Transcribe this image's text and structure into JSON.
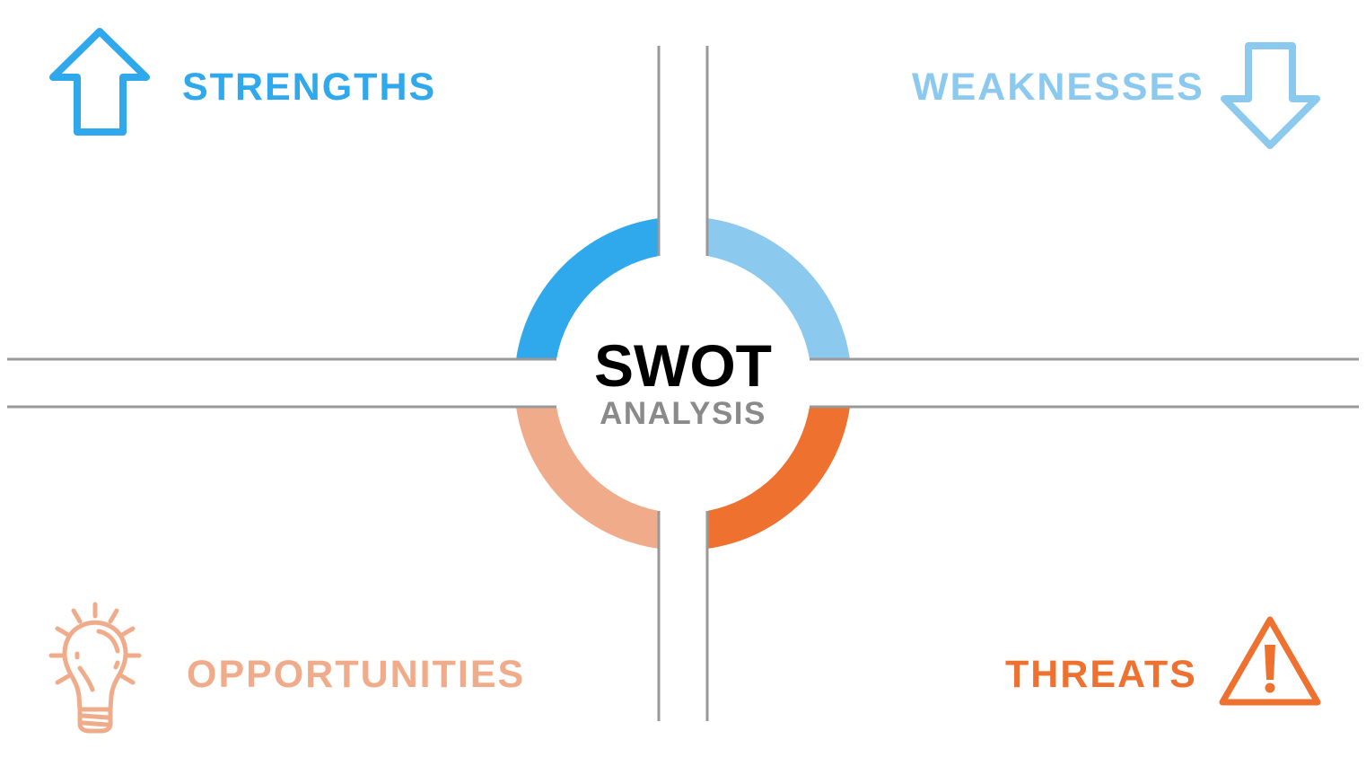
{
  "center": {
    "title": "SWOT",
    "subtitle": "ANALYSIS",
    "title_color": "#000000",
    "subtitle_color": "#8a8a8a"
  },
  "quadrants": [
    {
      "key": "strengths",
      "label": "STRENGTHS",
      "icon": "up-arrow-icon",
      "color": "#2fa8ec",
      "position": "top-left"
    },
    {
      "key": "weaknesses",
      "label": "WEAKNESSES",
      "icon": "down-arrow-icon",
      "color": "#8cc9ee",
      "position": "top-right"
    },
    {
      "key": "opportunities",
      "label": "OPPORTUNITIES",
      "icon": "lightbulb-icon",
      "color": "#f0ac8a",
      "position": "bottom-left"
    },
    {
      "key": "threats",
      "label": "THREATS",
      "icon": "warning-triangle-icon",
      "color": "#ef7130",
      "position": "bottom-right"
    }
  ],
  "divider_color": "#999999"
}
